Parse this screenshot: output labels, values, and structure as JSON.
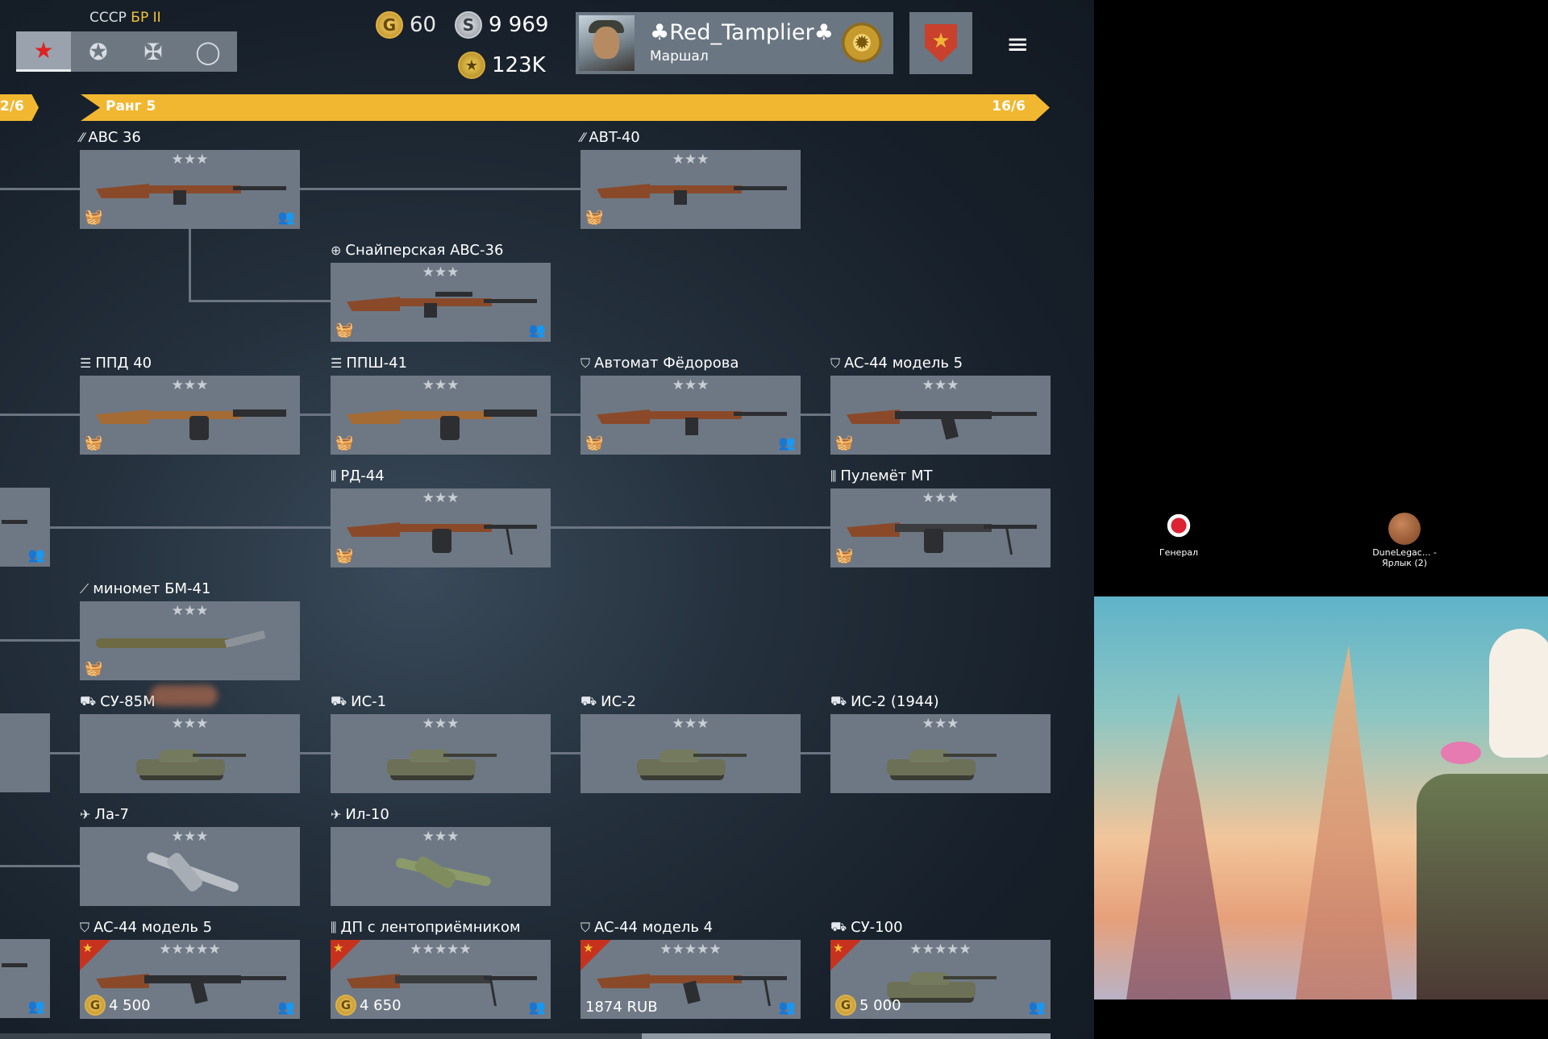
{
  "nation": {
    "name": "СССР",
    "br": "БР II"
  },
  "tabs": [
    {
      "name": "tab-soviet",
      "icon": "★",
      "active": true
    },
    {
      "name": "tab-allies",
      "icon": "✪",
      "active": false
    },
    {
      "name": "tab-germany",
      "icon": "✠",
      "active": false
    },
    {
      "name": "tab-japan",
      "icon": "◯",
      "active": false
    }
  ],
  "currency": {
    "gold": "60",
    "silver": "9 969",
    "exp": "123K"
  },
  "profile": {
    "name": "♣Red_Tamplier♣",
    "rank": "Маршал"
  },
  "rank_bar": {
    "prev_progress": "2/6",
    "label": "Ранг 5",
    "progress": "16/6"
  },
  "cards": [
    {
      "id": "avs36",
      "label": "ABC 36",
      "cls": "⁄⁄",
      "stars": "★★★",
      "squad": true
    },
    {
      "id": "avt40",
      "label": "ABT-40",
      "cls": "⁄⁄",
      "stars": "★★★",
      "squad": false
    },
    {
      "id": "sniper",
      "label": "Снайперская ABC-36",
      "cls": "⊕",
      "stars": "★★★",
      "squad": true
    },
    {
      "id": "ppd40",
      "label": "ППД 40",
      "cls": "☰",
      "stars": "★★★",
      "squad": false
    },
    {
      "id": "ppsh41",
      "label": "ППШ-41",
      "cls": "☰",
      "stars": "★★★",
      "squad": false
    },
    {
      "id": "fedorov",
      "label": "Автомат Фёдорова",
      "cls": "⛉",
      "stars": "★★★",
      "squad": true
    },
    {
      "id": "as44",
      "label": "AC-44 модель 5",
      "cls": "⛉",
      "stars": "★★★",
      "squad": false
    },
    {
      "id": "rd44",
      "label": "РД-44",
      "cls": "⫼",
      "stars": "★★★",
      "squad": false
    },
    {
      "id": "mt",
      "label": "Пулемёт МТ",
      "cls": "⫼",
      "stars": "★★★",
      "squad": false
    },
    {
      "id": "bm41",
      "label": "миномет БМ-41",
      "cls": "⟋",
      "stars": "★★★",
      "squad": false
    },
    {
      "id": "su85m",
      "label": "СУ-85М",
      "cls": "⛟",
      "stars": "★★★"
    },
    {
      "id": "is1",
      "label": "ИС-1",
      "cls": "⛟",
      "stars": "★★★"
    },
    {
      "id": "is2",
      "label": "ИС-2",
      "cls": "⛟",
      "stars": "★★★"
    },
    {
      "id": "is2_1944",
      "label": "ИС-2 (1944)",
      "cls": "⛟",
      "stars": "★★★"
    },
    {
      "id": "la7",
      "label": "Ла-7",
      "cls": "✈",
      "stars": "★★★"
    },
    {
      "id": "il10",
      "label": "Ил-10",
      "cls": "✈",
      "stars": "★★★"
    },
    {
      "id": "prem_as44",
      "label": "AC-44 модель 5",
      "cls": "⛉",
      "stars": "★★★★★",
      "price": "4 500"
    },
    {
      "id": "prem_dp",
      "label": "ДП с лентоприёмником",
      "cls": "⫼",
      "stars": "★★★★★",
      "price": "4 650"
    },
    {
      "id": "prem_as44_4",
      "label": "AC-44 модель 4",
      "cls": "⛉",
      "stars": "★★★★★",
      "price_rub": "1874 RUB"
    },
    {
      "id": "prem_su100",
      "label": "СУ-100",
      "cls": "⛟",
      "stars": "★★★★★",
      "price": "5 000"
    }
  ],
  "desktop_icons": [
    {
      "label": "Генерал"
    },
    {
      "label": "DuneLegac... - Ярлык (2)"
    }
  ],
  "icons": {
    "basket": "🧺",
    "squad": "👥"
  }
}
